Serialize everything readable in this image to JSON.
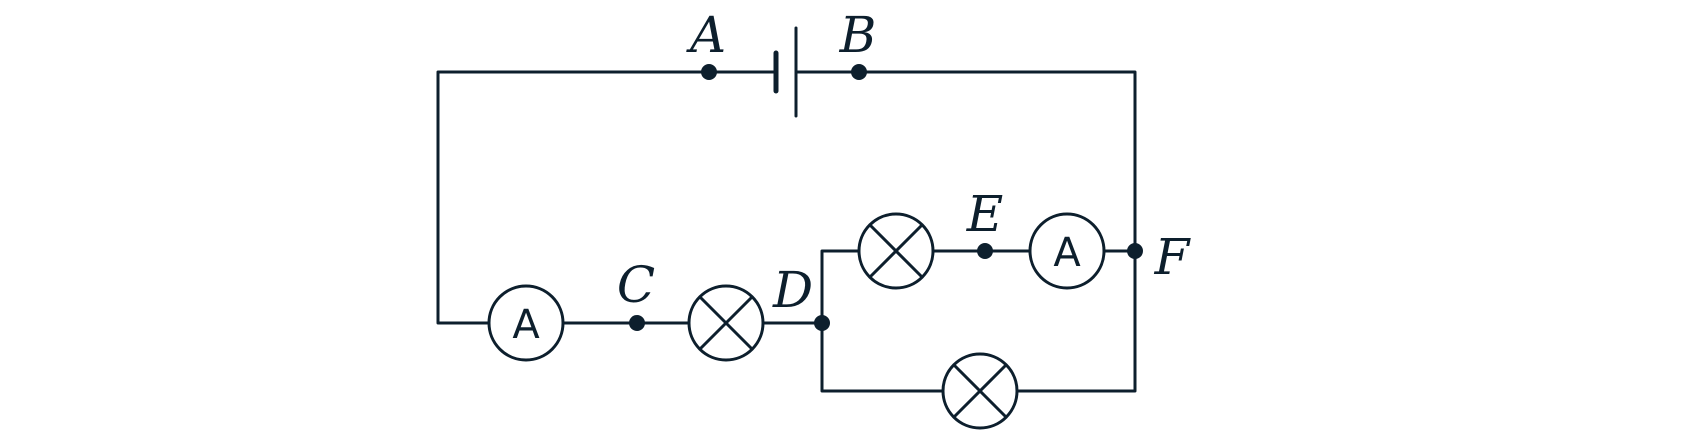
{
  "colors": {
    "ink": "#0d1f2d",
    "background": "#ffffff"
  },
  "nodes": {
    "A": "A",
    "B": "B",
    "C": "C",
    "D": "D",
    "E": "E",
    "F": "F"
  },
  "ammeters": {
    "main": "A",
    "branch": "A"
  },
  "components": {
    "battery": "battery-icon",
    "lamps": [
      "lamp-icon",
      "lamp-icon",
      "lamp-icon"
    ],
    "ammeters": [
      "ammeter-icon",
      "ammeter-icon"
    ]
  }
}
